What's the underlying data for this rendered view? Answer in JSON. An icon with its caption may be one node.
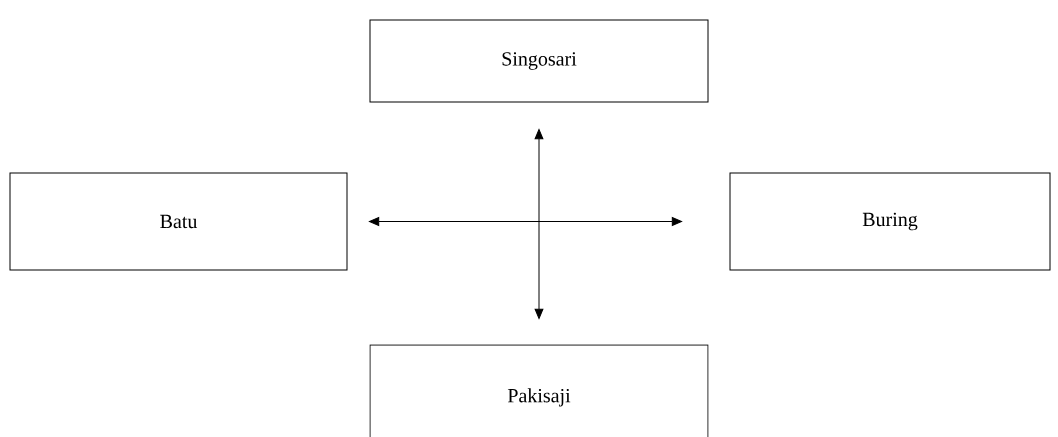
{
  "diagram": {
    "nodes": [
      {
        "text": [
          "Singosari"
        ]
      },
      {
        "text": [
          "Batu"
        ]
      },
      {
        "text": [
          "Buring"
        ]
      },
      {
        "text": [
          "Pakisaji"
        ]
      }
    ],
    "edges": [
      {
        "from": 0,
        "to": 3,
        "arrow": "both"
      },
      {
        "from": 1,
        "to": 2,
        "arrow": "both"
      }
    ]
  }
}
